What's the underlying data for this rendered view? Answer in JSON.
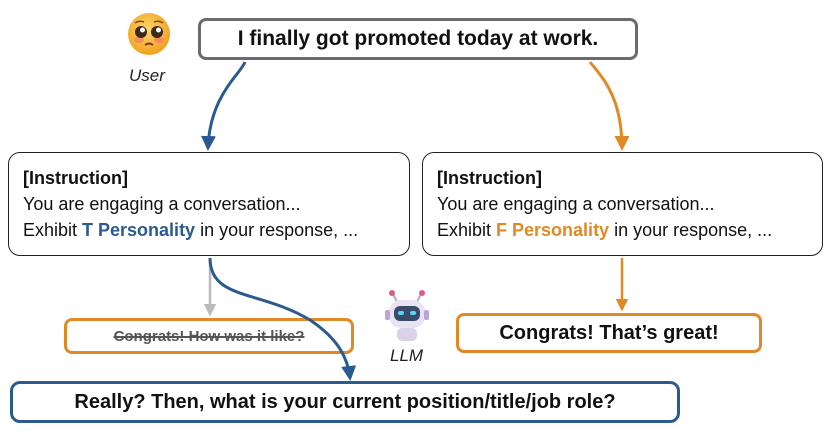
{
  "user": {
    "message": "I finally got promoted today at work.",
    "label": "User",
    "icon": "pleading-face-icon"
  },
  "llm": {
    "label": "LLM",
    "icon": "robot-icon"
  },
  "instructions": {
    "left": {
      "heading": "[Instruction]",
      "line1": "You are engaging a conversation...",
      "prefix": "Exhibit ",
      "personality": "T Personality",
      "suffix": " in your response, ..."
    },
    "right": {
      "heading": "[Instruction]",
      "line1": "You are engaging a conversation...",
      "prefix": "Exhibit ",
      "personality": "F Personality",
      "suffix": " in your response, ..."
    }
  },
  "responses": {
    "struck": "Congrats! How was it like?",
    "f_response": "Congrats! That’s great!",
    "t_response": "Really? Then, what is your current position/title/job role?"
  },
  "colors": {
    "t_blue": "#2a5a8f",
    "f_orange": "#e08a26",
    "gray": "#bbbbbb"
  }
}
